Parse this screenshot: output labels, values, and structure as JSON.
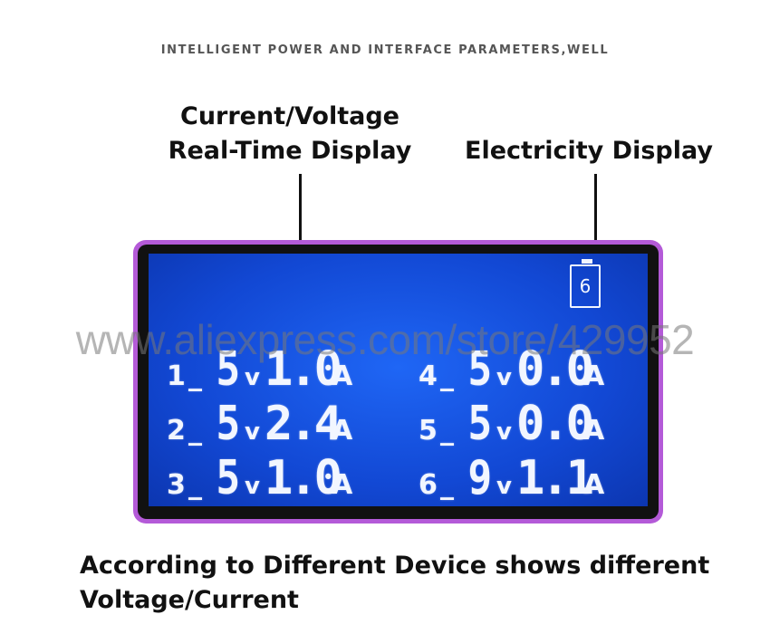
{
  "tagline": "INTELLIGENT POWER AND INTERFACE PARAMETERS,WELL",
  "labels": {
    "current_voltage_line1": "Current/Voltage",
    "current_voltage_line2": "Real-Time Display",
    "electricity": "Electricity Display"
  },
  "battery": {
    "value": "6"
  },
  "ports": [
    {
      "num": "1",
      "voltage": "5",
      "v_unit": "v",
      "current": "1.0",
      "a_unit": "A"
    },
    {
      "num": "2",
      "voltage": "5",
      "v_unit": "v",
      "current": "2.4",
      "a_unit": "A"
    },
    {
      "num": "3",
      "voltage": "5",
      "v_unit": "v",
      "current": "1.0",
      "a_unit": "A"
    },
    {
      "num": "4",
      "voltage": "5",
      "v_unit": "v",
      "current": "0.0",
      "a_unit": "A"
    },
    {
      "num": "5",
      "voltage": "5",
      "v_unit": "v",
      "current": "0.0",
      "a_unit": "A"
    },
    {
      "num": "6",
      "voltage": "9",
      "v_unit": "v",
      "current": "1.1",
      "a_unit": "A"
    }
  ],
  "separator": "_",
  "watermark": "www.aliexpress.com/store/429952",
  "caption": "According to Different Device shows different Voltage/Current",
  "colors": {
    "screen": "#1248d4",
    "frame": "#b45ad8",
    "segment": "#f2f6ff"
  }
}
